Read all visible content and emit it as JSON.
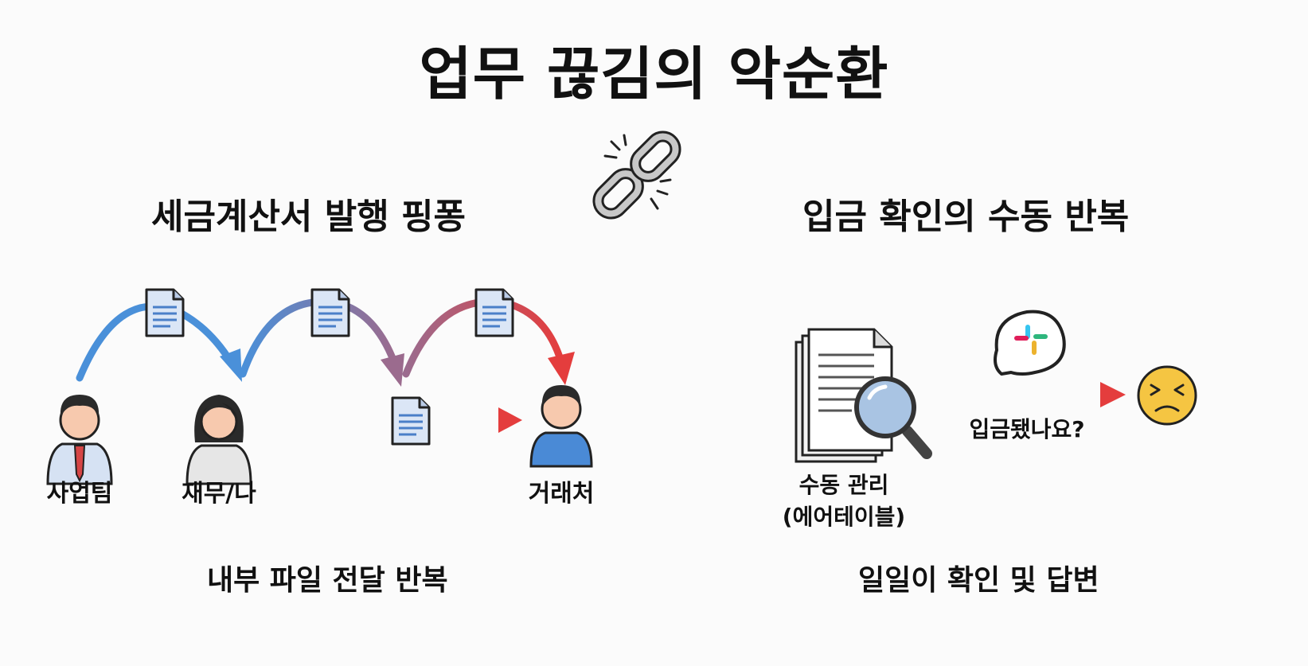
{
  "title": "업무 끊김의 악순환",
  "left": {
    "heading": "세금계산서 발행 핑퐁",
    "nodes": {
      "sales": "사업팀",
      "finance": "재무/나",
      "client": "거래처"
    },
    "caption": "내부 파일 전달 반복"
  },
  "right": {
    "heading": "입금 확인의 수동 반복",
    "doc_label_line1": "수동 관리",
    "doc_label_line2": "(에어테이블)",
    "question": "입금됐나요?",
    "caption": "일일이 확인 및 답변"
  },
  "icons": {
    "center": "broken-chain-icon",
    "document": "document-icon",
    "magnifier": "magnifier-icon",
    "chat": "slack-chat-bubble-icon",
    "face": "frustrated-face-icon"
  },
  "colors": {
    "blue": "#4a90d9",
    "purple": "#9b6b8e",
    "red": "#e43d3d",
    "skin": "#f7c9ae",
    "emoji": "#f5c542"
  }
}
